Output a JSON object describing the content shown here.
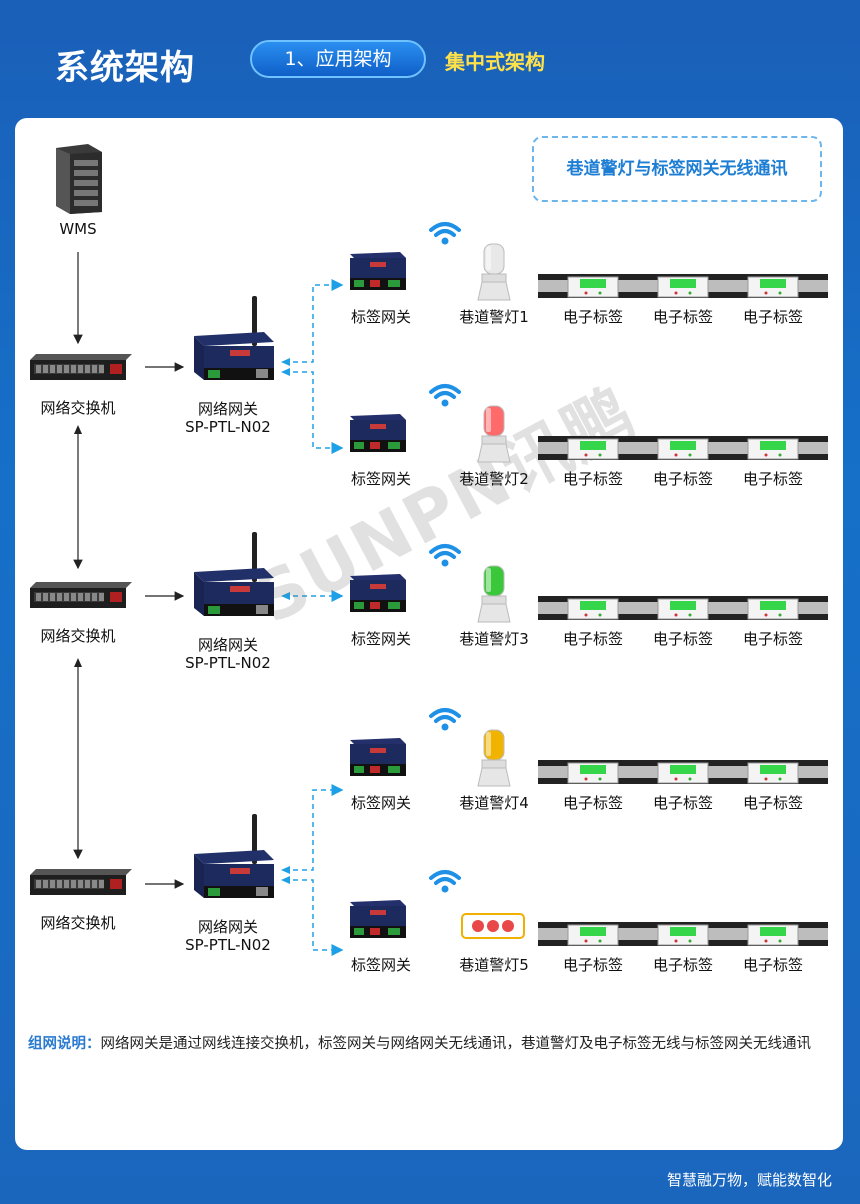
{
  "header": {
    "title": "系统架构",
    "section": "1、应用架构",
    "subtitle": "集中式架构"
  },
  "note_box": "巷道警灯与标签网关无线通讯",
  "server_label": "WMS",
  "switch_label": "网络交换机",
  "gateway_label_line1": "网络网关",
  "gateway_label_line2": "SP-PTL-N02",
  "tag_gateway_label": "标签网关",
  "lights": [
    "巷道警灯1",
    "巷道警灯2",
    "巷道警灯3",
    "巷道警灯4",
    "巷道警灯5"
  ],
  "light_colors": [
    "#e8e8e8",
    "#ff6a6a",
    "#3ac83a",
    "#f0b400",
    "#e84848"
  ],
  "eticket_label": "电子标签",
  "description": {
    "prefix": "组网说明：",
    "text": "网络网关是通过网线连接交换机，标签网关与网络网关无线通讯，巷道警灯及电子标签无线与标签网关无线通讯"
  },
  "watermark": "SUNPN讯鹏",
  "footer": "智慧融万物，赋能数智化"
}
